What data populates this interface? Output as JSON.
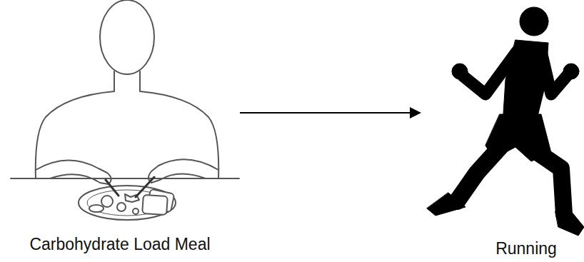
{
  "diagram": {
    "nodes": [
      {
        "text": [
          "Carbohydrate Load Meal"
        ]
      },
      {
        "text": [
          "Running"
        ]
      }
    ],
    "edges": [
      {
        "from": 0,
        "to": 1,
        "arrow": "to"
      }
    ]
  }
}
